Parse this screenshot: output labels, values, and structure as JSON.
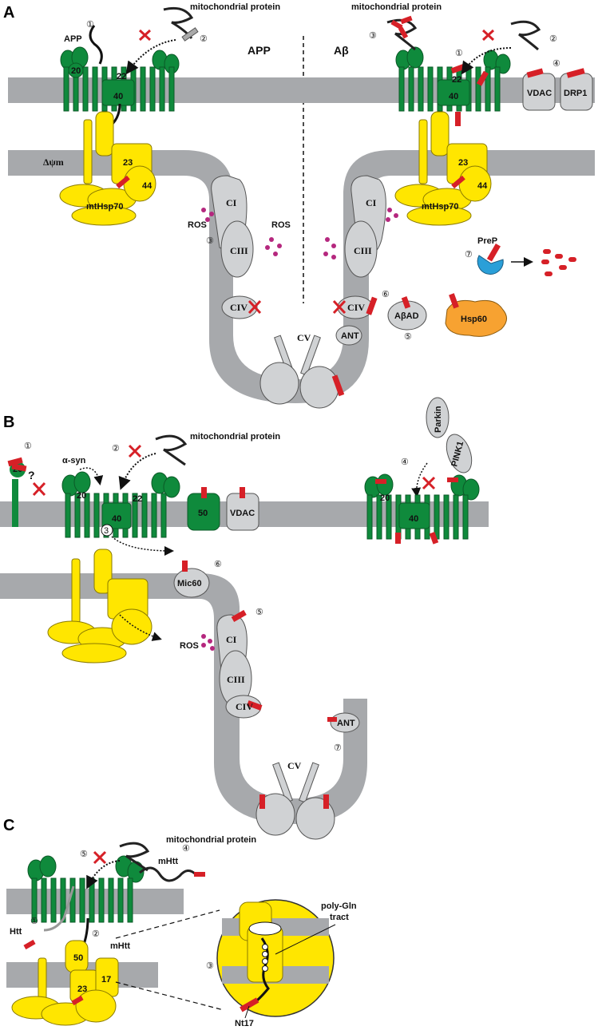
{
  "panels": {
    "a": {
      "letter": "A",
      "header_left": "APP",
      "header_right": "Aβ",
      "mito_protein": "mitochondrial protein",
      "app": "APP",
      "tom20": "20",
      "tom22": "22",
      "tom40": "40",
      "tim23": "23",
      "tim44": "44",
      "mthsp70": "mtHsp70",
      "delta_psi": "Δψm",
      "ros": "ROS",
      "ci": "CI",
      "ciii": "CIII",
      "civ": "CIV",
      "cv": "CV",
      "ant": "ANT",
      "abad": "AβAD",
      "hsp60": "Hsp60",
      "prep": "PreP",
      "vdac": "VDAC",
      "drp1": "DRP1",
      "n1": "①",
      "n2": "②",
      "n3": "③",
      "n4": "④",
      "n5": "⑤",
      "n6": "⑥",
      "n7": "⑦"
    },
    "b": {
      "letter": "B",
      "mito_protein": "mitochondrial protein",
      "asyn": "α-syn",
      "question": "?",
      "tom20": "20",
      "tom22": "22",
      "tom40": "40",
      "tom50": "50",
      "vdac": "VDAC",
      "parkin": "Parkin",
      "pink1": "PINK1",
      "mic60": "Mic60",
      "ros": "ROS",
      "ci": "CI",
      "ciii": "CIII",
      "civ": "CIV",
      "cv": "CV",
      "ant": "ANT",
      "n1": "①",
      "n2": "②",
      "n3": "3",
      "n4": "④",
      "n5": "⑤",
      "n6": "⑥",
      "n7": "⑦"
    },
    "c": {
      "letter": "C",
      "mito_protein": "mitochondrial protein",
      "mhtt": "mHtt",
      "htt": "Htt",
      "tim50": "50",
      "tim23": "23",
      "tim17": "17",
      "polygln": "poly-Gln tract",
      "nt17": "Nt17",
      "n1": "①",
      "n2": "②",
      "n3": "③",
      "n4": "④",
      "n5": "⑤"
    }
  },
  "colors": {
    "membrane": "#a7a9ac",
    "tom_green": "#0f8a3c",
    "tim_yellow": "#ffe600",
    "complex_grey": "#d0d2d4",
    "red": "#d62027",
    "ros_pink": "#b5277e",
    "hsp60_orange": "#f7a231",
    "prep_blue": "#2a9fd8"
  }
}
